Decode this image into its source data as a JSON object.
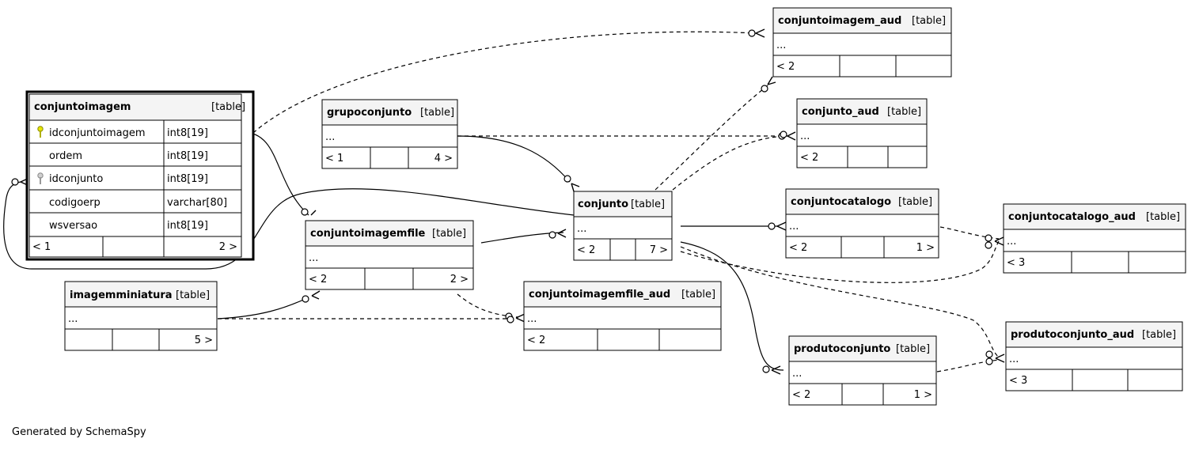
{
  "diagram": {
    "footer": "Generated by SchemaSpy",
    "table_tag": "[table]",
    "tables": {
      "conjuntoimagem": {
        "name": "conjuntoimagem",
        "columns": [
          {
            "name": "idconjuntoimagem",
            "type": "int8[19]",
            "key": "primary"
          },
          {
            "name": "ordem",
            "type": "int8[19]",
            "key": ""
          },
          {
            "name": "idconjunto",
            "type": "int8[19]",
            "key": "foreign"
          },
          {
            "name": "codigoerp",
            "type": "varchar[80]",
            "key": ""
          },
          {
            "name": "wsversao",
            "type": "int8[19]",
            "key": ""
          }
        ],
        "footer": {
          "left": "< 1",
          "mid": "",
          "right": "2 >"
        }
      },
      "grupoconjunto": {
        "name": "grupoconjunto",
        "body": "...",
        "footer": {
          "left": "< 1",
          "mid": "",
          "right": "4 >"
        }
      },
      "conjuntoimagemfile": {
        "name": "conjuntoimagemfile",
        "body": "...",
        "footer": {
          "left": "< 2",
          "mid": "",
          "right": "2 >"
        }
      },
      "imagemminiatura": {
        "name": "imagemminiatura",
        "body": "...",
        "footer": {
          "left": "",
          "mid": "",
          "right": "5 >"
        }
      },
      "conjunto": {
        "name": "conjunto",
        "body": "...",
        "footer": {
          "left": "< 2",
          "mid": "",
          "right": "7 >"
        }
      },
      "conjuntoimagem_aud": {
        "name": "conjuntoimagem_aud",
        "body": "...",
        "footer": {
          "left": "< 2",
          "mid": "",
          "right": ""
        }
      },
      "conjunto_aud": {
        "name": "conjunto_aud",
        "body": "...",
        "footer": {
          "left": "< 2",
          "mid": "",
          "right": ""
        }
      },
      "conjuntocatalogo": {
        "name": "conjuntocatalogo",
        "body": "...",
        "footer": {
          "left": "< 2",
          "mid": "",
          "right": "1 >"
        }
      },
      "conjuntocatalogo_aud": {
        "name": "conjuntocatalogo_aud",
        "body": "...",
        "footer": {
          "left": "< 3",
          "mid": "",
          "right": ""
        }
      },
      "conjuntoimagemfile_aud": {
        "name": "conjuntoimagemfile_aud",
        "body": "...",
        "footer": {
          "left": "< 2",
          "mid": "",
          "right": ""
        }
      },
      "produtoconjunto": {
        "name": "produtoconjunto",
        "body": "...",
        "footer": {
          "left": "< 2",
          "mid": "",
          "right": "1 >"
        }
      },
      "produtoconjunto_aud": {
        "name": "produtoconjunto_aud",
        "body": "...",
        "footer": {
          "left": "< 3",
          "mid": "",
          "right": ""
        }
      }
    }
  }
}
